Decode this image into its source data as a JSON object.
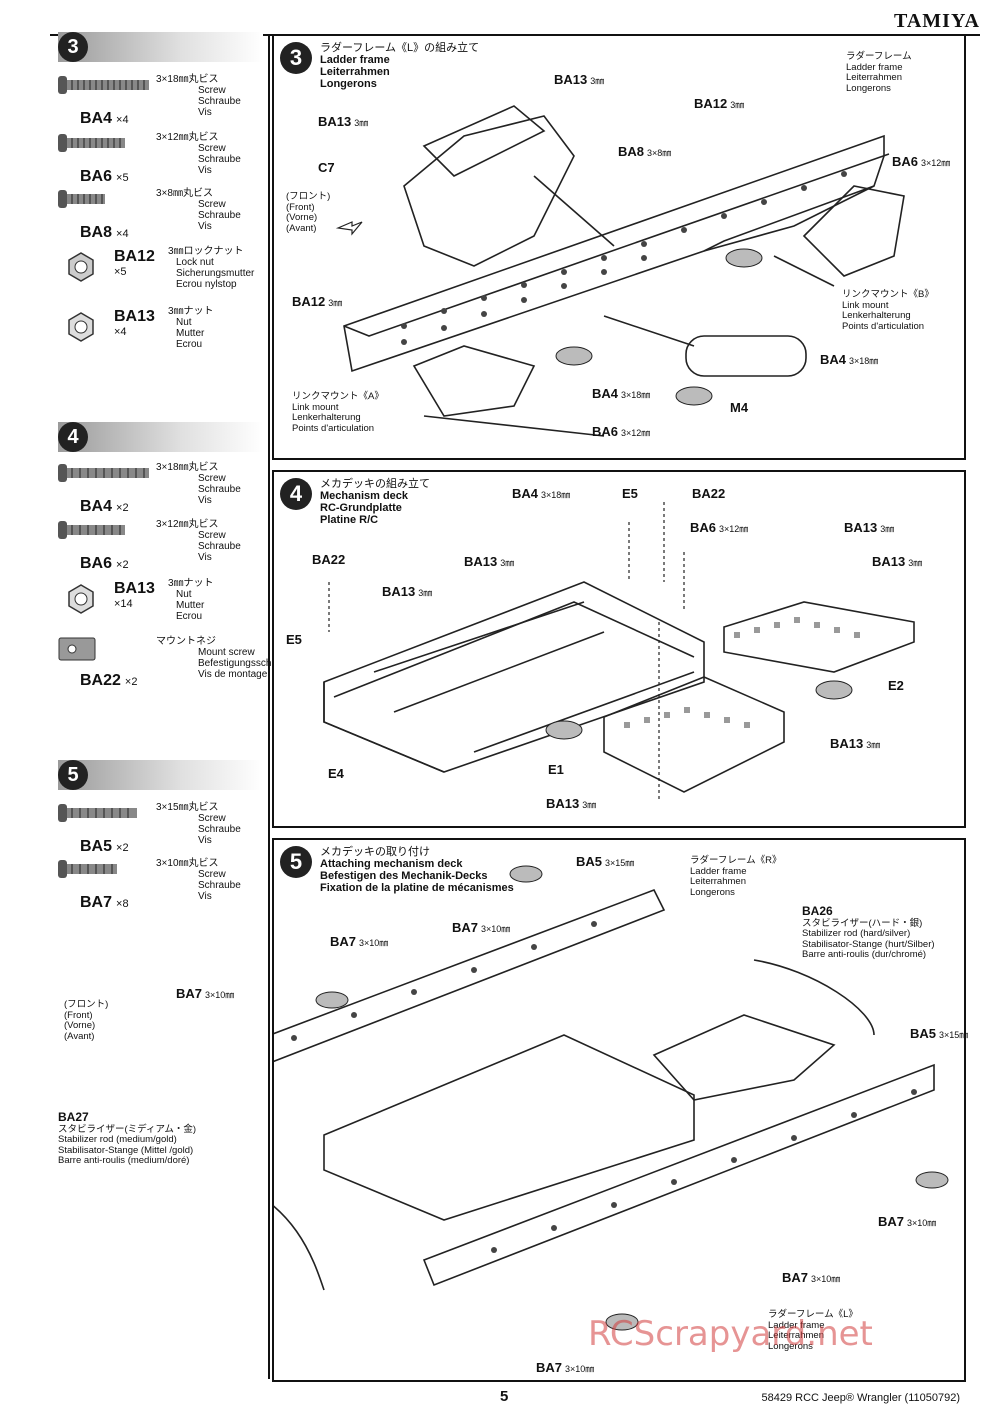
{
  "brand": "TAMIYA",
  "footer": {
    "page": "5",
    "model": "58429 RCC Jeep® Wrangler (11050792)"
  },
  "watermark": "RCScrapyard.net",
  "left": {
    "step3": {
      "num": "3",
      "parts": [
        {
          "code": "BA4",
          "qty": "×4",
          "jp": "3×18㎜丸ビス",
          "en": "Screw",
          "de": "Schraube",
          "fr": "Vis"
        },
        {
          "code": "BA6",
          "qty": "×5",
          "jp": "3×12㎜丸ビス",
          "en": "Screw",
          "de": "Schraube",
          "fr": "Vis"
        },
        {
          "code": "BA8",
          "qty": "×4",
          "jp": "3×8㎜丸ビス",
          "en": "Screw",
          "de": "Schraube",
          "fr": "Vis"
        },
        {
          "code": "BA12",
          "qty": "×5",
          "jp": "3㎜ロックナット",
          "en": "Lock nut",
          "de": "Sicherungsmutter",
          "fr": "Ecrou nylstop"
        },
        {
          "code": "BA13",
          "qty": "×4",
          "jp": "3㎜ナット",
          "en": "Nut",
          "de": "Mutter",
          "fr": "Ecrou"
        }
      ]
    },
    "step4": {
      "num": "4",
      "parts": [
        {
          "code": "BA4",
          "qty": "×2",
          "jp": "3×18㎜丸ビス",
          "en": "Screw",
          "de": "Schraube",
          "fr": "Vis"
        },
        {
          "code": "BA6",
          "qty": "×2",
          "jp": "3×12㎜丸ビス",
          "en": "Screw",
          "de": "Schraube",
          "fr": "Vis"
        },
        {
          "code": "BA13",
          "qty": "×14",
          "jp": "3㎜ナット",
          "en": "Nut",
          "de": "Mutter",
          "fr": "Ecrou"
        },
        {
          "code": "BA22",
          "qty": "×2",
          "jp": "マウントネジ",
          "en": "Mount screw",
          "de": "Befestigungsschraube",
          "fr": "Vis de montage"
        }
      ]
    },
    "step5": {
      "num": "5",
      "parts": [
        {
          "code": "BA5",
          "qty": "×2",
          "jp": "3×15㎜丸ビス",
          "en": "Screw",
          "de": "Schraube",
          "fr": "Vis"
        },
        {
          "code": "BA7",
          "qty": "×8",
          "jp": "3×10㎜丸ビス",
          "en": "Screw",
          "de": "Schraube",
          "fr": "Vis"
        }
      ]
    }
  },
  "panel3": {
    "num": "3",
    "jp": "ラダーフレーム《L》の組み立て",
    "en": "Ladder frame",
    "de": "Leiterrahmen",
    "fr": "Longerons",
    "front": [
      "(フロント)",
      "(Front)",
      "(Vorne)",
      "(Avant)"
    ],
    "frame_note": [
      "ラダーフレーム",
      "Ladder frame",
      "Leiterrahmen",
      "Longerons"
    ],
    "linkB": [
      "リンクマウント《B》",
      "Link mount",
      "Lenkerhalterung",
      "Points d'articulation"
    ],
    "linkA": [
      "リンクマウント《A》",
      "Link mount",
      "Lenkerhalterung",
      "Points d'articulation"
    ],
    "labels": {
      "ba13a": "BA13",
      "ba13a_s": "3㎜",
      "ba12a": "BA12",
      "ba12a_s": "3㎜",
      "ba13b": "BA13",
      "ba13b_s": "3㎜",
      "ba8": "BA8",
      "ba8_s": "3×8㎜",
      "c7": "C7",
      "ba6a": "BA6",
      "ba6a_s": "3×12㎜",
      "ba12b": "BA12",
      "ba12b_s": "3㎜",
      "ba4a": "BA4",
      "ba4a_s": "3×18㎜",
      "ba4b": "BA4",
      "ba4b_s": "3×18㎜",
      "m4": "M4",
      "ba6b": "BA6",
      "ba6b_s": "3×12㎜"
    }
  },
  "panel4": {
    "num": "4",
    "jp": "メカデッキの組み立て",
    "en": "Mechanism deck",
    "de": "RC-Grundplatte",
    "fr": "Platine R/C",
    "labels": {
      "ba4": "BA4",
      "ba4_s": "3×18㎜",
      "e5a": "E5",
      "ba22a": "BA22",
      "ba6": "BA6",
      "ba6_s": "3×12㎜",
      "ba13a": "BA13",
      "ba13a_s": "3㎜",
      "ba13b": "BA13",
      "ba13b_s": "3㎜",
      "ba13c": "BA13",
      "ba13c_s": "3㎜",
      "ba22b": "BA22",
      "ba13d": "BA13",
      "ba13d_s": "3㎜",
      "e5b": "E5",
      "e2": "E2",
      "ba13e": "BA13",
      "ba13e_s": "3㎜",
      "e4": "E4",
      "e1": "E1",
      "ba13f": "BA13",
      "ba13f_s": "3㎜"
    }
  },
  "panel5": {
    "num": "5",
    "jp": "メカデッキの取り付け",
    "en": "Attaching mechanism deck",
    "de": "Befestigen des Mechanik-Decks",
    "fr": "Fixation de la platine de mécanismes",
    "frameR": [
      "ラダーフレーム《R》",
      "Ladder frame",
      "Leiterrahmen",
      "Longerons"
    ],
    "frameL": [
      "ラダーフレーム《L》",
      "Ladder frame",
      "Leiterrahmen",
      "Longerons"
    ],
    "front": [
      "(フロント)",
      "(Front)",
      "(Vorne)",
      "(Avant)"
    ],
    "ba26": [
      "BA26",
      "スタビライザー(ハード・銀)",
      "Stabilizer rod (hard/silver)",
      "Stabilisator-Stange (hurt/Silber)",
      "Barre anti-roulis (dur/chromé)"
    ],
    "ba27": [
      "BA27",
      "スタビライザー(ミディアム・金)",
      "Stabilizer rod (medium/gold)",
      "Stabilisator-Stange (Mittel /gold)",
      "Barre anti-roulis (medium/doré)"
    ],
    "labels": {
      "ba5a": "BA5",
      "ba5a_s": "3×15㎜",
      "ba7a": "BA7",
      "ba7a_s": "3×10㎜",
      "ba7b": "BA7",
      "ba7b_s": "3×10㎜",
      "ba7c": "BA7",
      "ba7c_s": "3×10㎜",
      "ba5b": "BA5",
      "ba5b_s": "3×15㎜",
      "ba7d": "BA7",
      "ba7d_s": "3×10㎜",
      "ba7e": "BA7",
      "ba7e_s": "3×10㎜",
      "ba7f": "BA7",
      "ba7f_s": "3×10㎜"
    }
  }
}
